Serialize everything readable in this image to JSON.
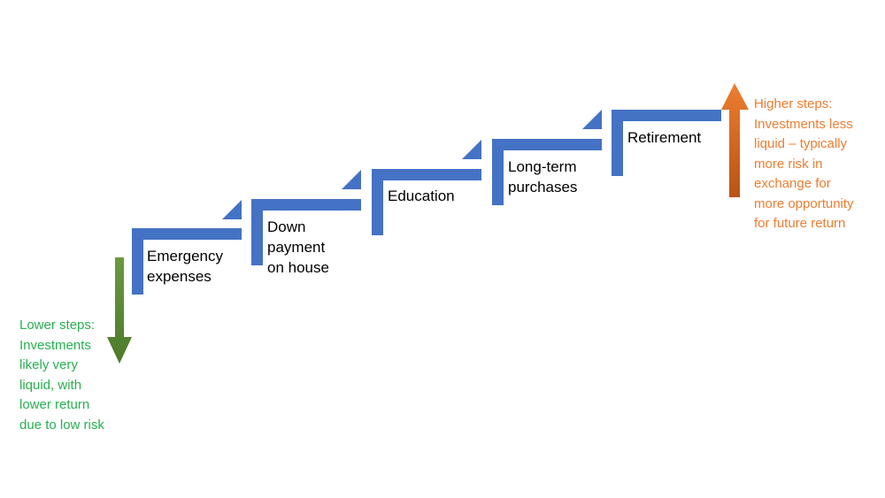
{
  "colors": {
    "step": "#4472C4",
    "low_arrow_top": "#6A9A3F",
    "low_arrow_bottom": "#4C7A2A",
    "low_text": "#27B04F",
    "high_arrow_top": "#ED7D31",
    "high_arrow_bottom": "#B95413",
    "high_text": "#ED7D31"
  },
  "steps": [
    {
      "lines": [
        "Emergency",
        "expenses"
      ]
    },
    {
      "lines": [
        "Down",
        "payment",
        "on house"
      ]
    },
    {
      "lines": [
        "Education"
      ]
    },
    {
      "lines": [
        "Long-term",
        "purchases"
      ]
    },
    {
      "lines": [
        "Retirement"
      ]
    }
  ],
  "lower_note": {
    "lines": [
      "Lower steps:",
      "Investments",
      "likely very",
      "liquid, with",
      "lower return",
      "due to low risk"
    ],
    "arrow_icon": "arrow-down-icon"
  },
  "higher_note": {
    "lines": [
      "Higher steps:",
      "Investments less",
      "liquid – typically",
      "more risk in",
      "exchange for",
      "more opportunity",
      "for future return"
    ],
    "arrow_icon": "arrow-up-icon"
  }
}
